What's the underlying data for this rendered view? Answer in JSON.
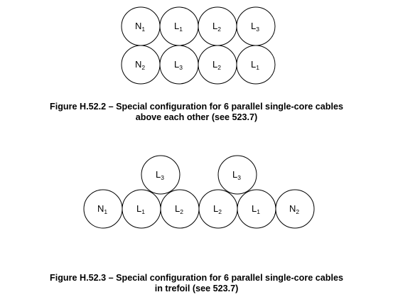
{
  "figure_1": {
    "conductors_top_row": [
      {
        "letter": "N",
        "sub": "1"
      },
      {
        "letter": "L",
        "sub": "1"
      },
      {
        "letter": "L",
        "sub": "2"
      },
      {
        "letter": "L",
        "sub": "3"
      }
    ],
    "conductors_bottom_row": [
      {
        "letter": "N",
        "sub": "2"
      },
      {
        "letter": "L",
        "sub": "3"
      },
      {
        "letter": "L",
        "sub": "2"
      },
      {
        "letter": "L",
        "sub": "1"
      }
    ],
    "caption_line_1": "Figure H.52.2 – Special configuration for 6 parallel single-core cables",
    "caption_line_2": "above each other (see 523.7)"
  },
  "figure_2": {
    "conductors_top": [
      {
        "letter": "L",
        "sub": "3"
      },
      {
        "letter": "L",
        "sub": "3"
      }
    ],
    "conductors_bottom": [
      {
        "letter": "N",
        "sub": "1"
      },
      {
        "letter": "L",
        "sub": "1"
      },
      {
        "letter": "L",
        "sub": "2"
      },
      {
        "letter": "L",
        "sub": "2"
      },
      {
        "letter": "L",
        "sub": "1"
      },
      {
        "letter": "N",
        "sub": "2"
      }
    ],
    "caption_line_1": "Figure H.52.3 – Special configuration for 6 parallel single-core cables",
    "caption_line_2": "in trefoil (see 523.7)"
  }
}
